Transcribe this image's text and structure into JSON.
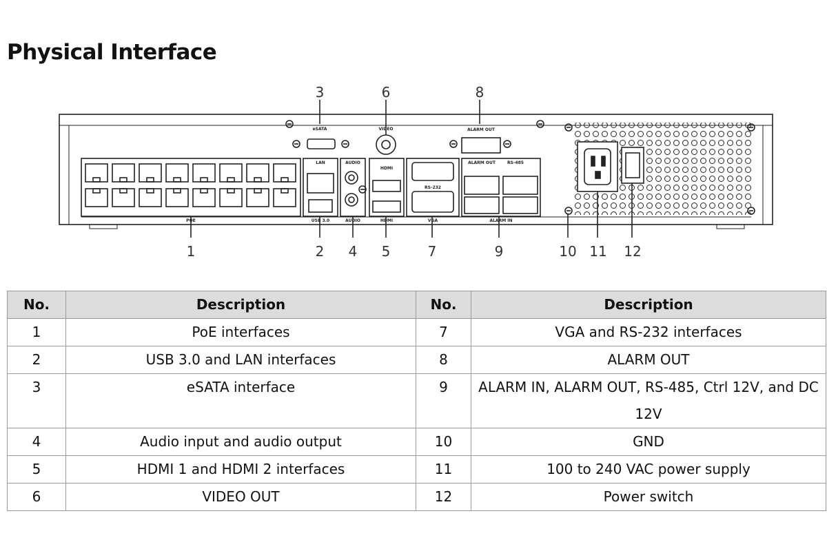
{
  "title": "Physical Interface",
  "diagram": {
    "callouts_top": [
      "3",
      "6",
      "8"
    ],
    "callouts_bottom": [
      "1",
      "2",
      "4",
      "5",
      "7",
      "9",
      "10",
      "11",
      "12"
    ],
    "panel_labels": {
      "esata": "eSATA",
      "video_out": "VIDEO",
      "alarm_out_top": "ALARM OUT",
      "lan": "LAN",
      "audio": "AUDIO",
      "hdmi": "HDMI",
      "rs232": "RS-232",
      "alarm_out": "ALARM OUT",
      "rs485": "RS-485",
      "poe": "POE",
      "usb": "USB 3.0",
      "audio_bottom": "AUDIO",
      "hdmi_bottom": "HDMI",
      "vga": "VGA",
      "alarm_in": "ALARM IN"
    }
  },
  "table": {
    "headers": [
      "No.",
      "Description",
      "No.",
      "Description"
    ],
    "rows": [
      {
        "no1": "1",
        "desc1": "PoE interfaces",
        "no2": "7",
        "desc2": "VGA and RS-232 interfaces"
      },
      {
        "no1": "2",
        "desc1": "USB 3.0 and LAN interfaces",
        "no2": "8",
        "desc2": "ALARM OUT"
      },
      {
        "no1": "3",
        "desc1": "eSATA interface",
        "no2": "9",
        "desc2": "ALARM IN, ALARM OUT, RS-485, Ctrl 12V, and DC 12V"
      },
      {
        "no1": "4",
        "desc1": "Audio input and audio output",
        "no2": "10",
        "desc2": "GND"
      },
      {
        "no1": "5",
        "desc1": "HDMI 1 and HDMI 2 interfaces",
        "no2": "11",
        "desc2": "100 to 240 VAC power supply"
      },
      {
        "no1": "6",
        "desc1": "VIDEO OUT",
        "no2": "12",
        "desc2": "Power switch"
      }
    ]
  }
}
